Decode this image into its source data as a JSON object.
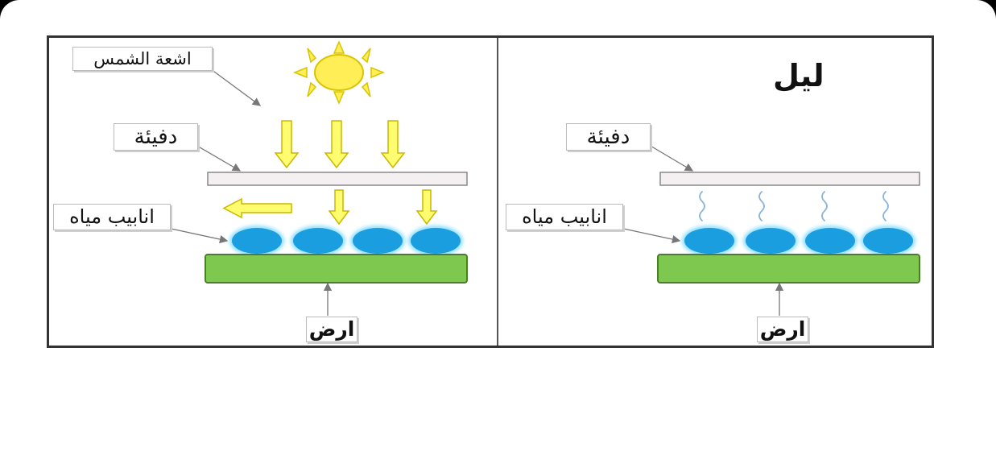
{
  "diagram": {
    "day_panel": {
      "sun_label": "اشعة الشمس",
      "greenhouse_label": "دفيئة",
      "pipes_label": "انابيب مياه",
      "ground_label": "ارض"
    },
    "night_panel": {
      "title": "ليل",
      "greenhouse_label": "دفيئة",
      "pipes_label": "انابيب مياه",
      "ground_label": "ارض"
    }
  },
  "colors": {
    "sun": "#ffee55",
    "sun_outline": "#d8c400",
    "arrow_fill": "#fffc70",
    "arrow_outline": "#c9b800",
    "greenhouse_roof": "#f4f0f2",
    "pipe": "#1a9ee0",
    "pipe_glow": "#8fe0ff",
    "ground": "#7ec850",
    "ground_outline": "#4a7d2c",
    "heat_wave": "#8ab4d8"
  }
}
